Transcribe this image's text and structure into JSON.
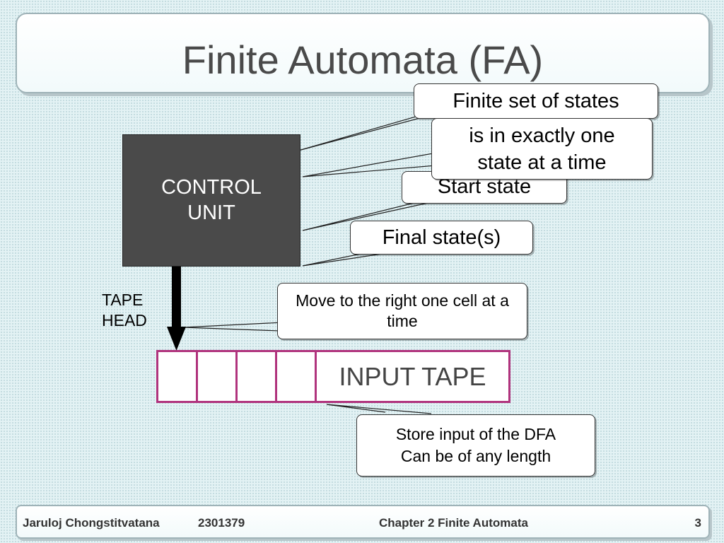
{
  "slide": {
    "title": "Finite Automata (FA)"
  },
  "diagram": {
    "control_unit": "CONTROL\nUNIT",
    "tape_head_label": "TAPE\nHEAD",
    "input_tape_label": "INPUT TAPE",
    "tape_cells": 4,
    "callouts": {
      "finite_states": "Finite set of states",
      "one_state": "is in exactly one state at a time",
      "start_state": "Start state",
      "final_states": "Final state(s)",
      "move_right": "Move to the right one cell at a time",
      "store_input_line1": "Store input of the DFA",
      "store_input_line2": "Can be of any length"
    },
    "colors": {
      "control_unit": "#4a4a4a",
      "tape_border": "#b0337d"
    }
  },
  "footer": {
    "author": "Jaruloj Chongstitvatana",
    "course": "2301379",
    "chapter": "Chapter 2 Finite Automata",
    "page": "3"
  }
}
